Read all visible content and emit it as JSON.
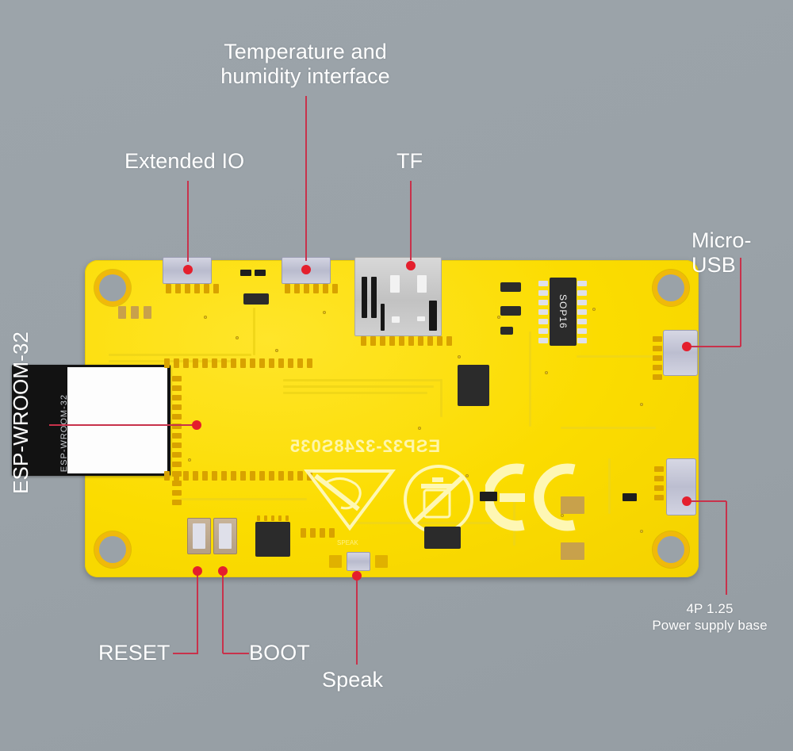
{
  "image": {
    "title": "ESP32-3248S035 development board annotated diagram",
    "background_color": "#9ca4aa",
    "board_color": "#fbdc00",
    "leader_color": "#c8324b",
    "dot_color": "#e41f2d",
    "label_color": "#ffffff"
  },
  "callouts": [
    {
      "id": "temp-humidity",
      "label": "Temperature and\nhumidity interface"
    },
    {
      "id": "extended-io",
      "label": "Extended IO"
    },
    {
      "id": "tf",
      "label": "TF"
    },
    {
      "id": "micro-usb",
      "label": "Micro-USB"
    },
    {
      "id": "esp-wroom-32",
      "label": "ESP-WROOM-32"
    },
    {
      "id": "power-supply",
      "label": "4P 1.25\nPower supply base"
    },
    {
      "id": "reset",
      "label": "RESET"
    },
    {
      "id": "boot",
      "label": "BOOT"
    },
    {
      "id": "speak",
      "label": "Speak"
    }
  ],
  "board_silkscreen": {
    "part_number": "ESP32-3248S035",
    "module_label": "ESP-WROOM-32",
    "ic_label": "SOP16",
    "speaker_label": "SPEAK",
    "marks": [
      "weee-bin-icon",
      "no-household-waste-icon",
      "ce-mark-icon"
    ]
  }
}
